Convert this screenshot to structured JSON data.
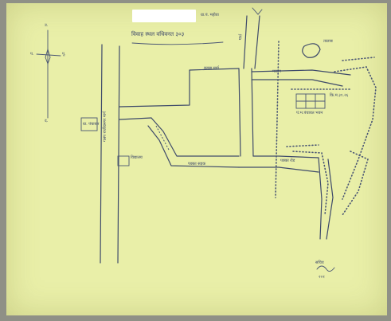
{
  "map": {
    "header_right": "ग्रा.पं. महोवा",
    "title": "विवाह स्थल वधिवनत ३०३",
    "north": "उ.",
    "south": "द.",
    "west": "प.",
    "east": "पू.",
    "road_left": "गलप राजीवनगर मार्ग",
    "building_left": "ग्रा. पंचायत",
    "building_mid": "विद्यालय",
    "road_bottom": "पक्का सड़क",
    "road_top": "कच्चा मार्ग",
    "pond": "तालाब",
    "road_top_vertical": "मार्ग",
    "houses_label": "मकान",
    "houses_sub": "कि.म.३१.२६",
    "panchayat_bhawan": "पं.भ.पंचायत भवन",
    "junction_label": "पक्का रोड",
    "signature": "सचिव",
    "signature_sub": "२०१"
  }
}
